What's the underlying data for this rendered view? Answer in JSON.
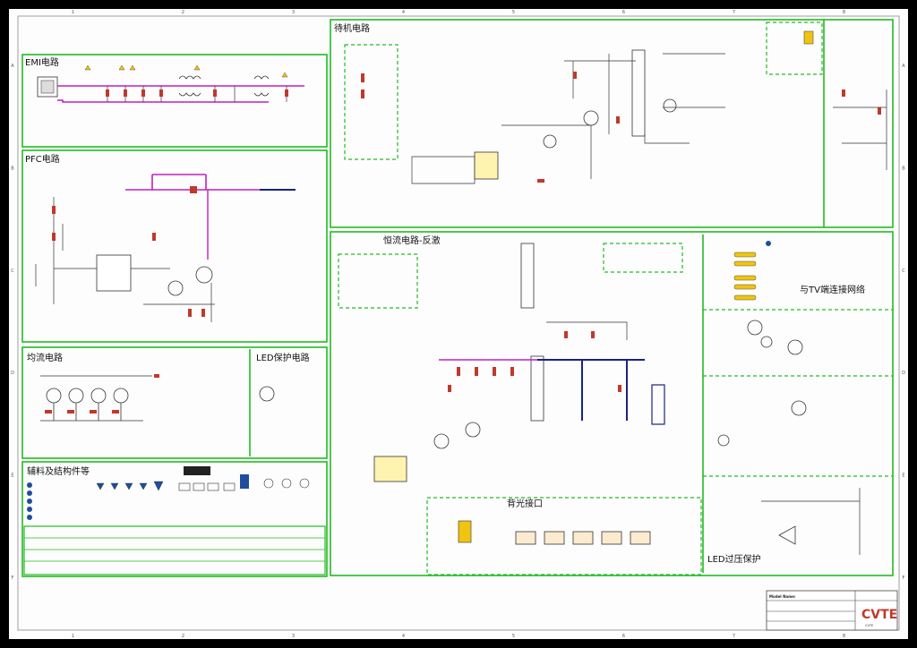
{
  "sections": {
    "emi": "EMI电路",
    "pfc": "PFC电路",
    "standby": "待机电路",
    "cc_flyback": "恒流电路-反激",
    "balance": "均流电路",
    "led_protect": "LED保护电路",
    "aux": "辅料及结构件等",
    "tv_interface": "与TV端连接网络",
    "backlight": "背光接口",
    "led_ovp": "LED过压保护"
  },
  "title_block": {
    "model_label": "Model Name:",
    "logo": "CVTE",
    "logo_sub": "CVTE"
  },
  "border_cols": [
    "1",
    "2",
    "3",
    "4",
    "5",
    "6",
    "7",
    "8"
  ],
  "border_rows": [
    "A",
    "B",
    "C",
    "D",
    "E",
    "F"
  ],
  "colors": {
    "frame_green": "#22bb22",
    "wire_purple": "#c020c0",
    "wire_navy": "#1a237e",
    "component_red": "#c0392b",
    "background": "#fdfdfd"
  }
}
